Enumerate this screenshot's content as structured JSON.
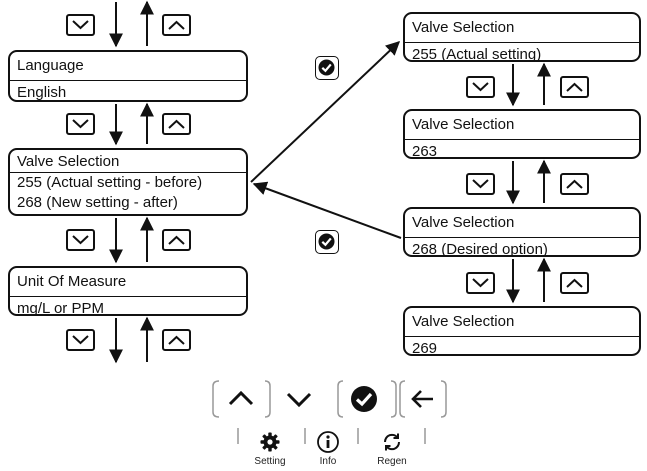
{
  "left_column": {
    "language_screen": {
      "line1": "Language",
      "line2": "English"
    },
    "valve_screen": {
      "line1": "Valve Selection",
      "line2": "255 (Actual setting - before)",
      "line3": "268 (New setting - after)"
    },
    "unit_screen": {
      "line1": "Unit Of Measure",
      "line2": "mg/L or PPM"
    }
  },
  "right_column": {
    "screens": [
      {
        "line1": "Valve Selection",
        "line2": "255 (Actual setting)"
      },
      {
        "line1": "Valve Selection",
        "line2": "263"
      },
      {
        "line1": "Valve Selection",
        "line2": "268 (Desired option)"
      },
      {
        "line1": "Valve Selection",
        "line2": "269"
      }
    ]
  },
  "icons": {
    "up_key": "up-chevron-icon",
    "down_key": "down-chevron-icon",
    "confirm": "checkmark-circle-icon",
    "back": "left-arrow-icon",
    "setting": "gear-icon",
    "info": "info-icon",
    "regen": "regen-refresh-icon"
  },
  "control_panel": {
    "setting_label": "Setting",
    "info_label": "Info",
    "regen_label": "Regen"
  },
  "colors": {
    "stroke": "#111111",
    "background": "#ffffff"
  }
}
